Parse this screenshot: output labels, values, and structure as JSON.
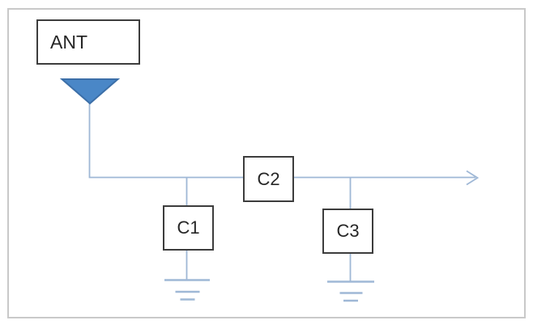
{
  "diagram": {
    "type": "schematic-block-diagram",
    "nodes": {
      "ant": {
        "label": "ANT"
      },
      "c1": {
        "label": "C1"
      },
      "c2": {
        "label": "C2"
      },
      "c3": {
        "label": "C3"
      }
    },
    "icons": {
      "antenna": "antenna-icon",
      "ground_left": "ground-icon",
      "ground_right": "ground-icon",
      "arrow": "arrow-right-icon"
    },
    "colors": {
      "wire": "#9fb8d6",
      "antenna_fill": "#4a87c7",
      "antenna_stroke": "#3c6fa8",
      "box_border": "#3d3d3d",
      "frame_border": "#c9c9c9",
      "label_text": "#262626",
      "background": "#ffffff"
    }
  }
}
